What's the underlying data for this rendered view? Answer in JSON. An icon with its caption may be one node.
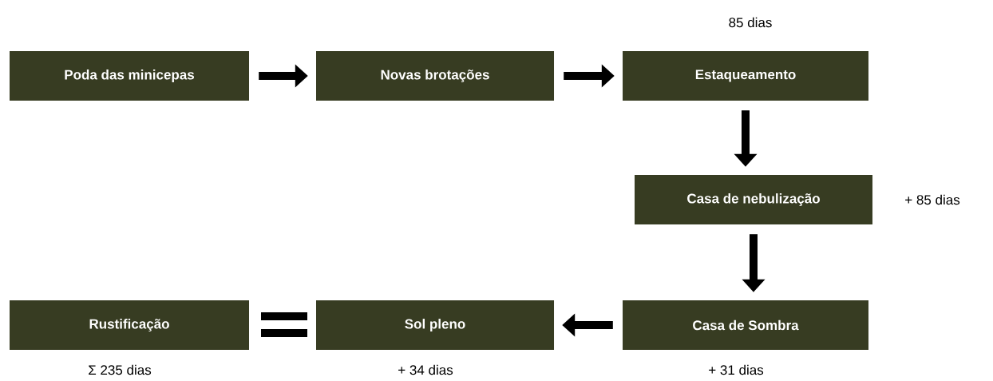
{
  "diagram": {
    "nodes": [
      {
        "text": [
          "Poda das minicepas"
        ]
      },
      {
        "text": [
          "Novas brotações"
        ]
      },
      {
        "text": [
          "Estaqueamento"
        ],
        "beside": [
          "85 dias"
        ]
      },
      {
        "text": [
          "Casa de nebulização"
        ],
        "beside": [
          "+ 85 dias"
        ]
      },
      {
        "text": [
          "Casa de Sombra"
        ],
        "beside": [
          "+ 31 dias"
        ]
      },
      {
        "text": [
          "Sol pleno"
        ],
        "beside": [
          "+ 34 dias"
        ]
      },
      {
        "text": [
          "Rustificação"
        ],
        "beside": [
          "Σ 235 dias"
        ]
      }
    ],
    "edges": [
      {
        "from": 0,
        "to": 1,
        "arrow": "to"
      },
      {
        "from": 1,
        "to": 2,
        "arrow": "to"
      },
      {
        "from": 2,
        "to": 3,
        "arrow": "to"
      },
      {
        "from": 3,
        "to": 4,
        "arrow": "to"
      },
      {
        "from": 4,
        "to": 5,
        "arrow": "to"
      }
    ]
  }
}
